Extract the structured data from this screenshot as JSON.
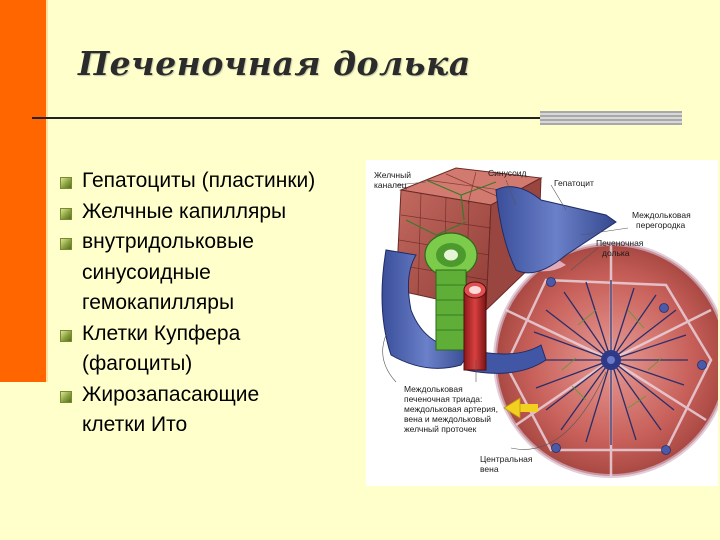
{
  "slide": {
    "title": "Печеночная долька",
    "bullets": [
      "Гепатоциты (пластинки)",
      "Желчные капилляры",
      "внутридольковые\nсинусоидные\nгемокапилляры",
      "Клетки Купфера\n(фагоциты)",
      "Жирозапасающие\nклетки Ито"
    ]
  },
  "figure": {
    "labels": {
      "bile_canal_1": "Желчный",
      "bile_canal_2": "каналец",
      "sinusoid": "Синусоид",
      "hepatocyte": "Гепатоцит",
      "septum_1": "Междольковая",
      "septum_2": "перегородка",
      "lobule_1": "Печеночная",
      "lobule_2": "долька",
      "triad_1": "Междольковая",
      "triad_2": "печеночная триада:",
      "triad_3": "междольковая артерия,",
      "triad_4": "вена и междольковый",
      "triad_5": "желчный проточек",
      "central_1": "Центральная",
      "central_2": "вена"
    }
  },
  "colors": {
    "background": "#FFFFCC",
    "accent_bar": "#FF6600",
    "title": "#2B2B2B",
    "bullet_marker": "#8AA040"
  }
}
